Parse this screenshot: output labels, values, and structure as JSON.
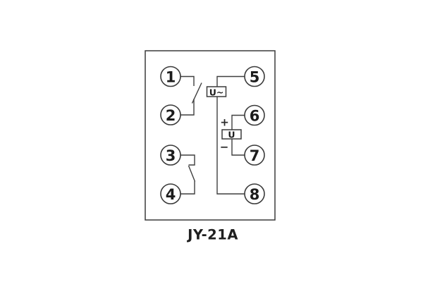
{
  "diagram": {
    "model_label": "JY-21A",
    "terminals": [
      "1",
      "2",
      "3",
      "4",
      "5",
      "6",
      "7",
      "8"
    ],
    "labels": {
      "ac_voltage_box": "U~",
      "dc_voltage_box": "U",
      "polarity_plus": "+",
      "polarity_minus": "−"
    },
    "colors": {
      "background": "#ffffff",
      "line": "#3f3f3f",
      "text": "#1c1c1c"
    }
  }
}
